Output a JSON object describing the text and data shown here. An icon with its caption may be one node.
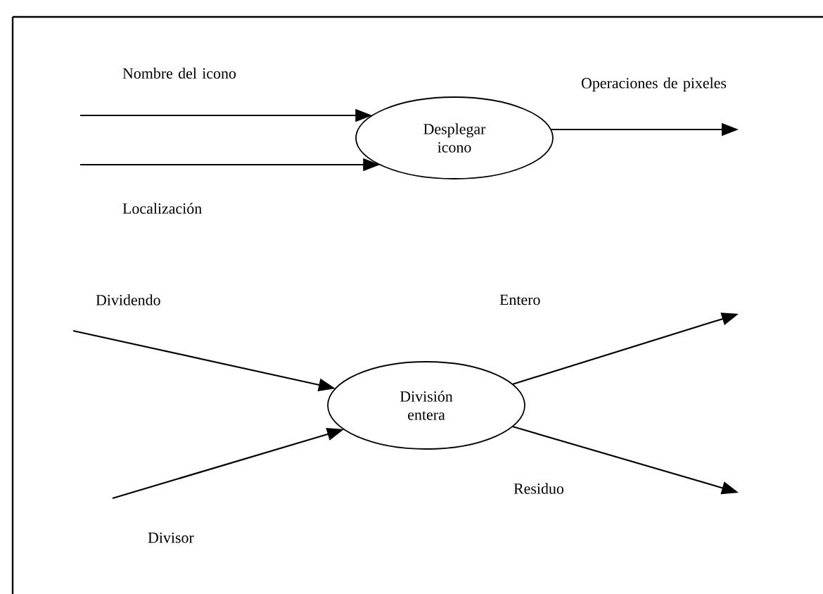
{
  "diagram": {
    "nodes": [
      {
        "text": [
          "Desplegar icono"
        ]
      },
      {
        "text": [
          "División entera"
        ]
      }
    ],
    "edges": [
      {
        "from": null,
        "to": 0,
        "arrow": "to",
        "label": "Nombre del icono"
      },
      {
        "from": null,
        "to": 0,
        "arrow": "to",
        "label": "Localización"
      },
      {
        "from": 0,
        "to": null,
        "arrow": "to",
        "label": "Operaciones de pixeles"
      },
      {
        "from": null,
        "to": 1,
        "arrow": "to",
        "label": "Dividendo"
      },
      {
        "from": null,
        "to": 1,
        "arrow": "to",
        "label": "Divisor"
      },
      {
        "from": 1,
        "to": null,
        "arrow": "to",
        "label": "Entero"
      },
      {
        "from": 1,
        "to": null,
        "arrow": "to",
        "label": "Residuo"
      }
    ]
  }
}
